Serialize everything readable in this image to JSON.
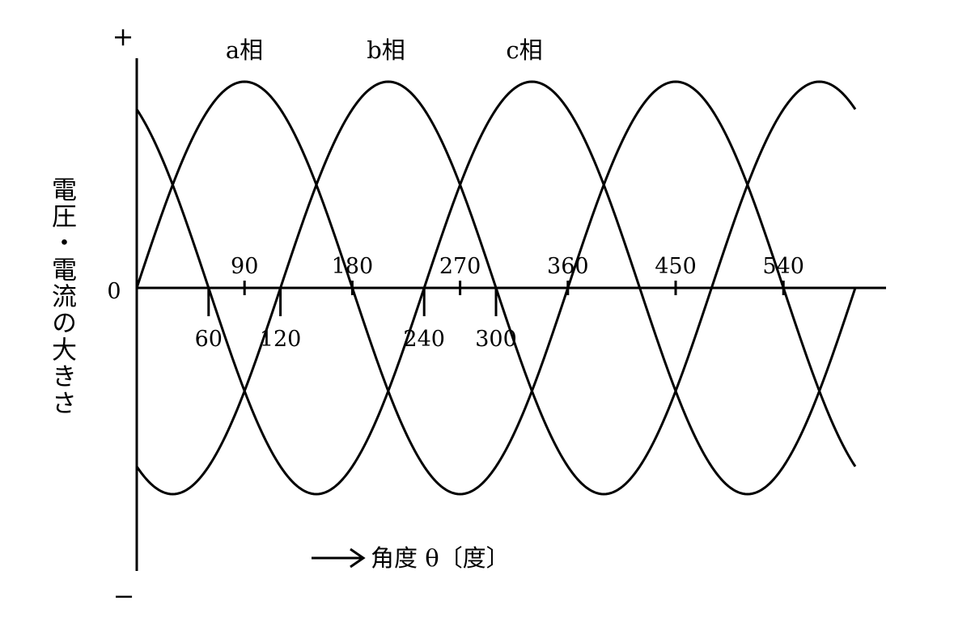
{
  "chart_data": {
    "type": "line",
    "title": "",
    "ylabel": "電圧・電流の大きさ",
    "xlabel": "角度 θ〔度〕",
    "xlabel_arrow": "→",
    "y_plus_label": "+",
    "y_minus_label": "−",
    "origin_label": "0",
    "xlim": [
      0,
      600
    ],
    "ylim": [
      -1,
      1
    ],
    "grid": false,
    "legend": "none",
    "phase_labels": [
      "a相",
      "b相",
      "c相"
    ],
    "x_ticks_above": [
      90,
      180,
      270,
      360,
      450,
      540
    ],
    "x_ticks_below": [
      60,
      120,
      240,
      300
    ],
    "series": [
      {
        "name": "a相",
        "function": "sin(θ)",
        "phase_shift_deg": 0,
        "x": [
          0,
          90,
          180,
          270,
          360,
          450,
          540,
          600
        ],
        "values": [
          0,
          1,
          0,
          -1,
          0,
          1,
          0,
          -0.866
        ]
      },
      {
        "name": "b相",
        "function": "sin(θ − 120°)",
        "phase_shift_deg": 120,
        "x": [
          0,
          120,
          210,
          300,
          390,
          480,
          570,
          600
        ],
        "values": [
          -0.866,
          0,
          1,
          0,
          -1,
          0,
          1,
          0.866
        ]
      },
      {
        "name": "c相",
        "function": "sin(θ − 240°)",
        "phase_shift_deg": 240,
        "x": [
          0,
          60,
          150,
          240,
          330,
          420,
          510,
          600
        ],
        "values": [
          0.866,
          0,
          -1,
          0,
          1,
          0,
          -1,
          0
        ]
      }
    ]
  }
}
